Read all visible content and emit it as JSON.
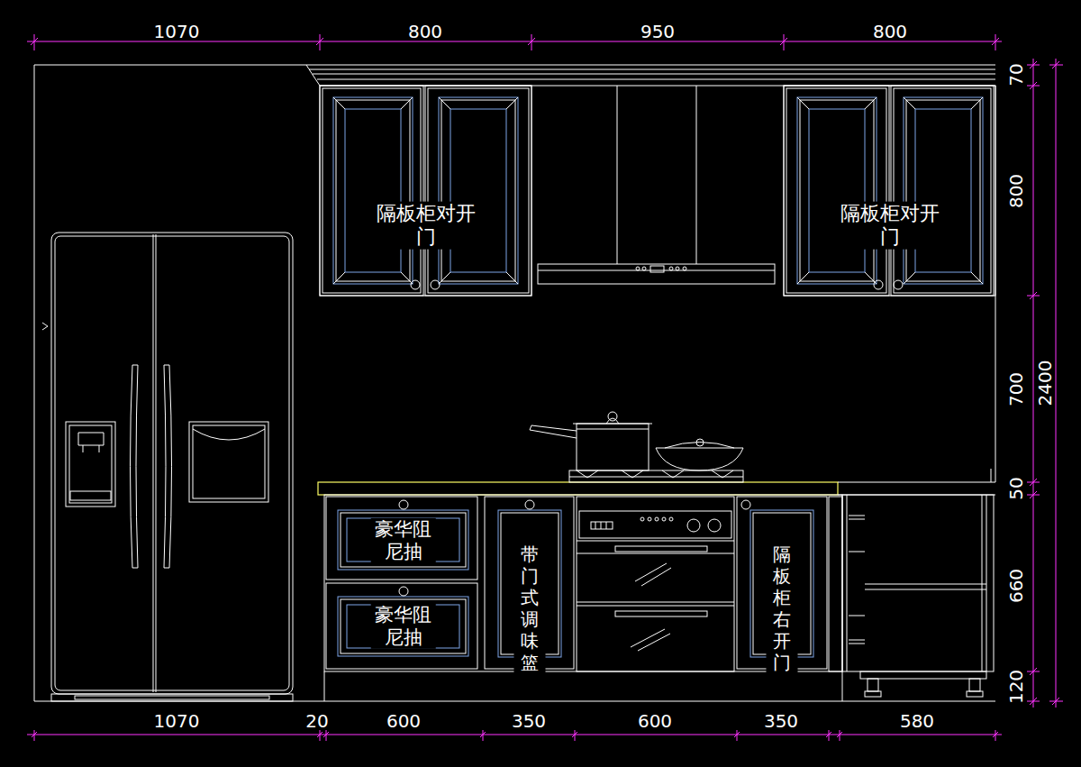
{
  "diagram": {
    "nodes": [
      {
        "text": [
          "隔板柜对开门"
        ]
      },
      {
        "text": [
          "隔板柜对开门"
        ]
      },
      {
        "text": [
          "豪华阻尼抽"
        ]
      },
      {
        "text": [
          "豪华阻尼抽"
        ]
      },
      {
        "text": [
          "带门式 调味篮"
        ]
      },
      {
        "text": [
          "隔板柜 右开门"
        ]
      }
    ],
    "labels": [
      "1070",
      "800",
      "950",
      "800",
      "70",
      "800",
      "700",
      "2400",
      "50",
      "660",
      "120",
      "1070",
      "20",
      "600",
      "350",
      "600",
      "350",
      "580"
    ]
  }
}
